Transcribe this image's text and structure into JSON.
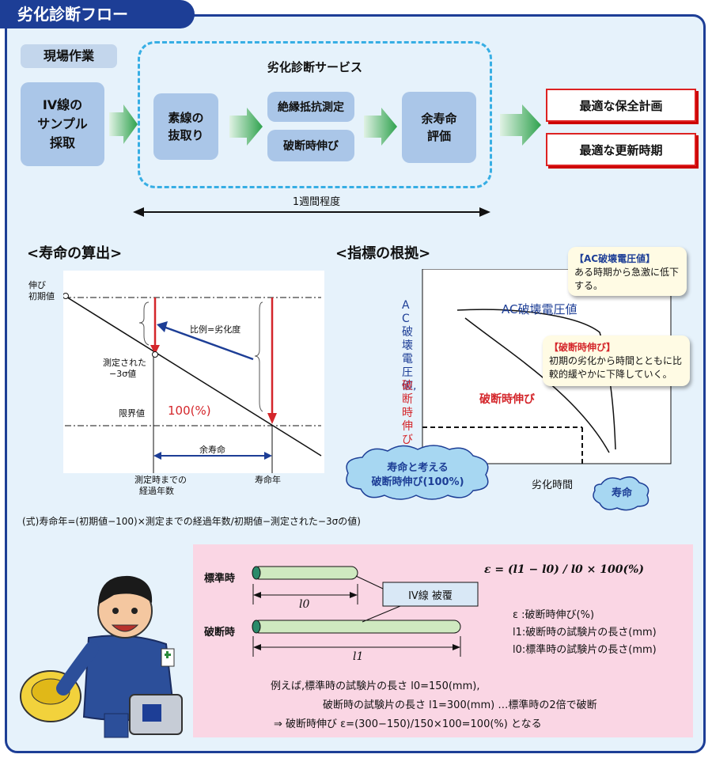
{
  "header": {
    "title": "劣化診断フロー"
  },
  "flow": {
    "site_label": "現場作業",
    "step_sample": "IV線の\nサンプル\n採取",
    "service_title": "劣化診断サービス",
    "step_strip": "素線の\n抜取り",
    "step_insulation": "絶縁抵抗測定",
    "step_elongation": "破断時伸び",
    "step_remaining": "余寿命\n評価",
    "result_plan": "最適な保全計画",
    "result_renewal": "最適な更新時期",
    "duration": "1週間程度"
  },
  "life_calc": {
    "heading": "<寿命の算出>",
    "y_label_1": "伸び",
    "y_label_2": "初期値",
    "measured_1": "測定された",
    "measured_2": "−3σ値",
    "ratio_label": "比例=劣化度",
    "limit_label": "限界値",
    "limit_value": "100(%)",
    "remaining_label": "余寿命",
    "x_label_elapsed_1": "測定時までの",
    "x_label_elapsed_2": "経過年数",
    "x_label_life": "寿命年",
    "formula": "(式)寿命年=(初期値−100)×測定までの経過年数/初期値−測定された−3σの値)"
  },
  "basis": {
    "heading": "<指標の根拠>",
    "y_label_blue": "AC破壊電圧値,",
    "y_label_red": "破断時伸び",
    "curve_ac": "AC破壊電圧値",
    "curve_elong": "破断時伸び",
    "x_label": "劣化時間",
    "callout_ac_title": "【AC破壊電圧値】",
    "callout_ac_body": "ある時期から急激に低下する。",
    "callout_el_title": "【破断時伸び】",
    "callout_el_body": "初期の劣化から時間とともに比較的緩やかに下降していく。",
    "cloud_life_1": "寿命と考える",
    "cloud_life_2": "破断時伸び(100%)",
    "cloud_end": "寿命"
  },
  "test": {
    "label_std": "標準時",
    "label_break": "破断時",
    "l0": "l0",
    "l1": "l1",
    "cover": "IV線 被覆",
    "formula": "ε = (l1 − l0) / l0 × 100(%)",
    "legend_eps": "ε :破断時伸び(%)",
    "legend_l1": "l1:破断時の試験片の長さ(mm)",
    "legend_l0": "l0:標準時の試験片の長さ(mm)",
    "example_1": "例えば,標準時の試験片の長さ l0=150(mm),",
    "example_2": "破断時の試験片の長さ l1=300(mm) …標準時の2倍で破断",
    "example_3": "⇒ 破断時伸び ε=(300−150)/150×100=100(%) となる"
  },
  "colors": {
    "navy": "#1d3e96",
    "sky": "#37aee4",
    "box_blue": "#aac6e8",
    "red": "#d4262b",
    "pink": "#fad6e4",
    "green": "#3aa85a",
    "cloud": "#a7d7f2"
  }
}
